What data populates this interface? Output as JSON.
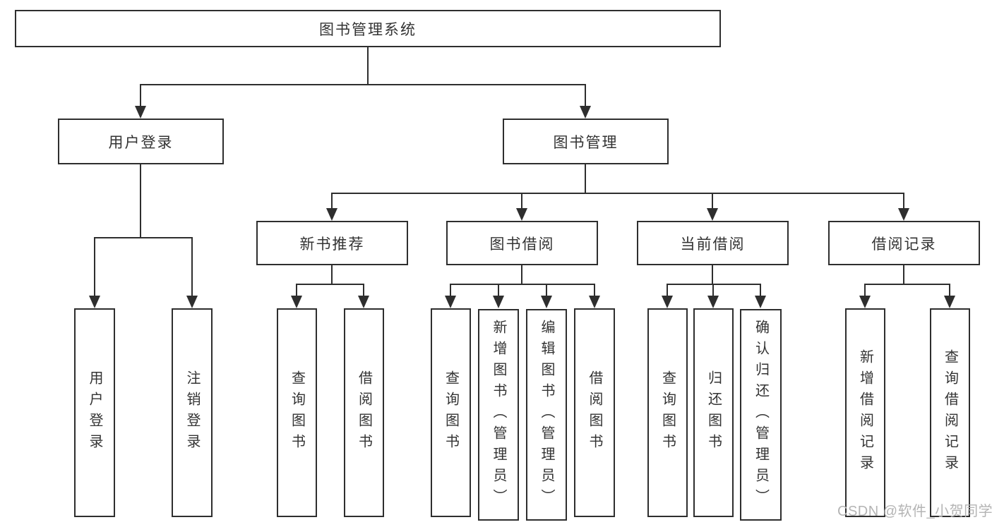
{
  "tree": {
    "root": "图书管理系统",
    "children": [
      {
        "label": "用户登录",
        "children": [
          "用户登录",
          "注销登录"
        ]
      },
      {
        "label": "图书管理",
        "children": [
          {
            "label": "新书推荐",
            "children": [
              "查询图书",
              "借阅图书"
            ]
          },
          {
            "label": "图书借阅",
            "children": [
              "查询图书",
              "新增图书（管理员）",
              "编辑图书（管理员）",
              "借阅图书"
            ]
          },
          {
            "label": "当前借阅",
            "children": [
              "查询图书",
              "归还图书",
              "确认归还（管理员）"
            ]
          },
          {
            "label": "借阅记录",
            "children": [
              "新增借阅记录",
              "查询借阅记录"
            ]
          }
        ]
      }
    ]
  },
  "watermark": {
    "text": "CSDN @软件_小贺同学"
  },
  "colors": {
    "line": "#2e2e2e",
    "text": "#333333",
    "watermark": "#b4b4b4",
    "background": "#ffffff"
  }
}
